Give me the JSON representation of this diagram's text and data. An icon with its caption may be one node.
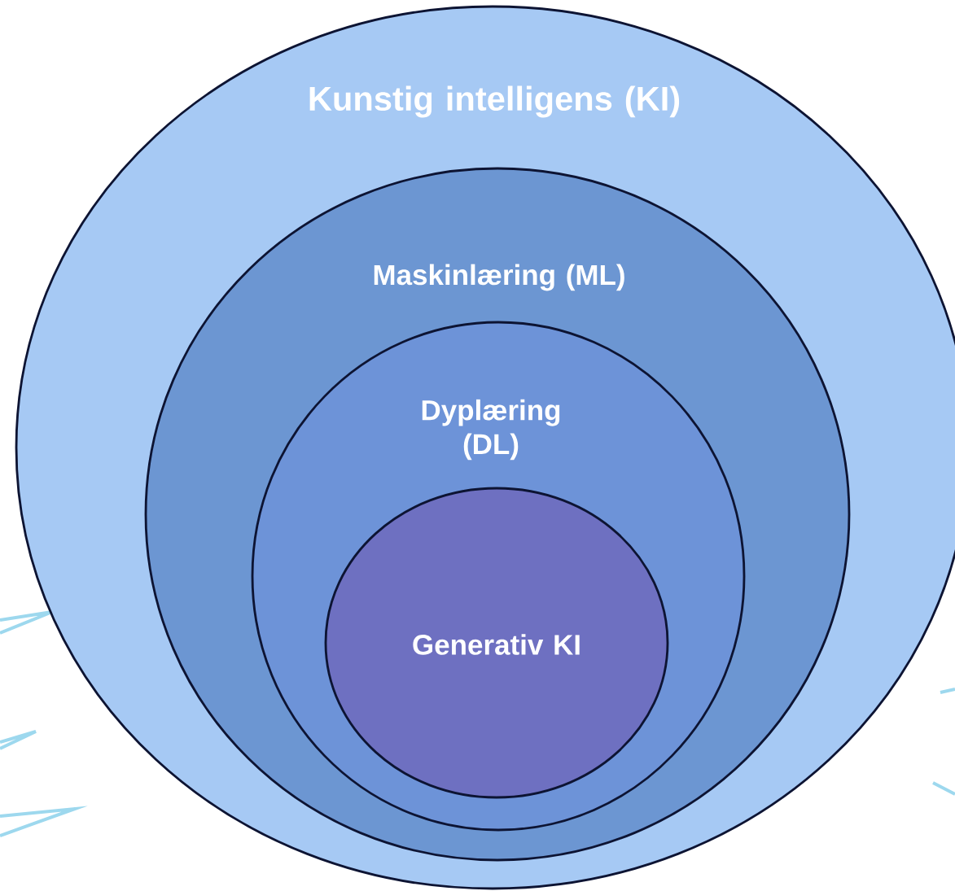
{
  "diagram": {
    "nodes": [
      {
        "text": [
          "Kunstig intelligens (KI)"
        ]
      },
      {
        "text": [
          "Maskinlæring (ML)"
        ],
        "in": 0
      },
      {
        "text": [
          "Dyplæring (DL)"
        ],
        "in": 1
      },
      {
        "text": [
          "Generativ KI"
        ],
        "in": 2
      }
    ]
  }
}
